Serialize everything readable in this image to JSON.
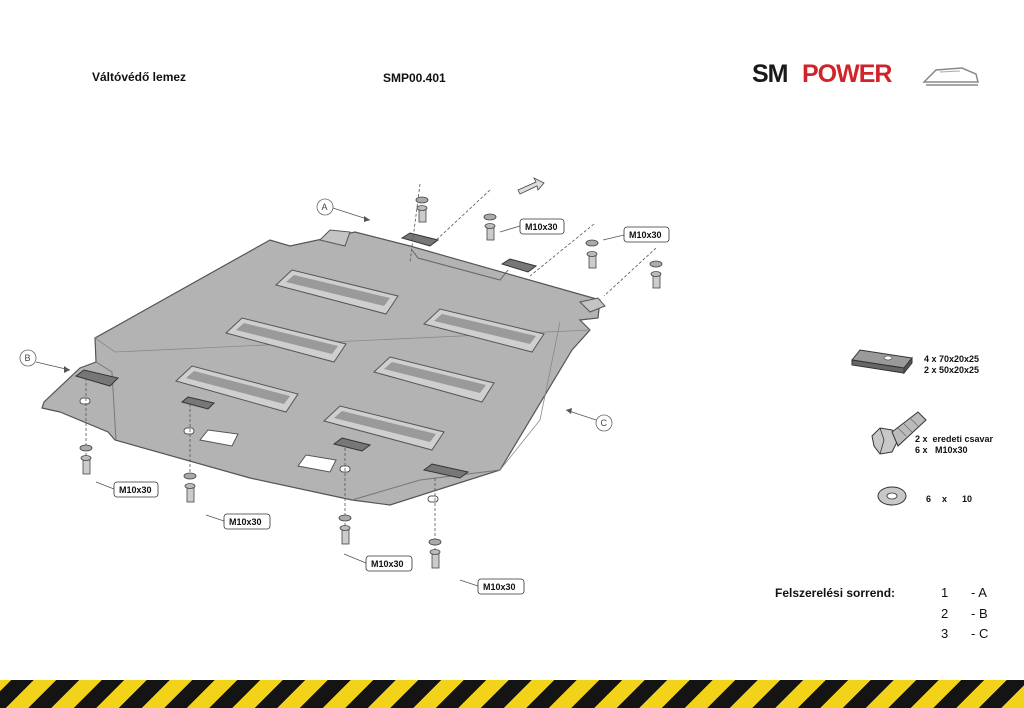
{
  "header": {
    "title": "Váltóvédő lemez",
    "code": "SMP00.401",
    "logo_sm": "SM",
    "logo_power": "POWER"
  },
  "callouts": {
    "a": "A",
    "b": "B",
    "c": "C",
    "bolt_labels": [
      "M10x30",
      "M10x30",
      "M10x30",
      "M10x30",
      "M10x30",
      "M10x30"
    ]
  },
  "parts": {
    "spacer_line1": "4 x 70x20x25",
    "spacer_line2": "2 x 50x20x25",
    "bolt_line1": "2 x  eredeti csavar",
    "bolt_line2": "6 x   M10x30",
    "washer_qty": "6",
    "washer_x": "x",
    "washer_size": "10"
  },
  "assembly_order": {
    "label": "Felszerelési sorrend:",
    "steps": [
      {
        "num": "1",
        "letter": "- A"
      },
      {
        "num": "2",
        "letter": "- B"
      },
      {
        "num": "3",
        "letter": "- C"
      }
    ]
  },
  "colors": {
    "plate": "#b3b3b3",
    "plate_edge": "#555555",
    "brand_red": "#d2232a",
    "stripe_yellow": "#f3d21a",
    "stripe_black": "#141414"
  }
}
